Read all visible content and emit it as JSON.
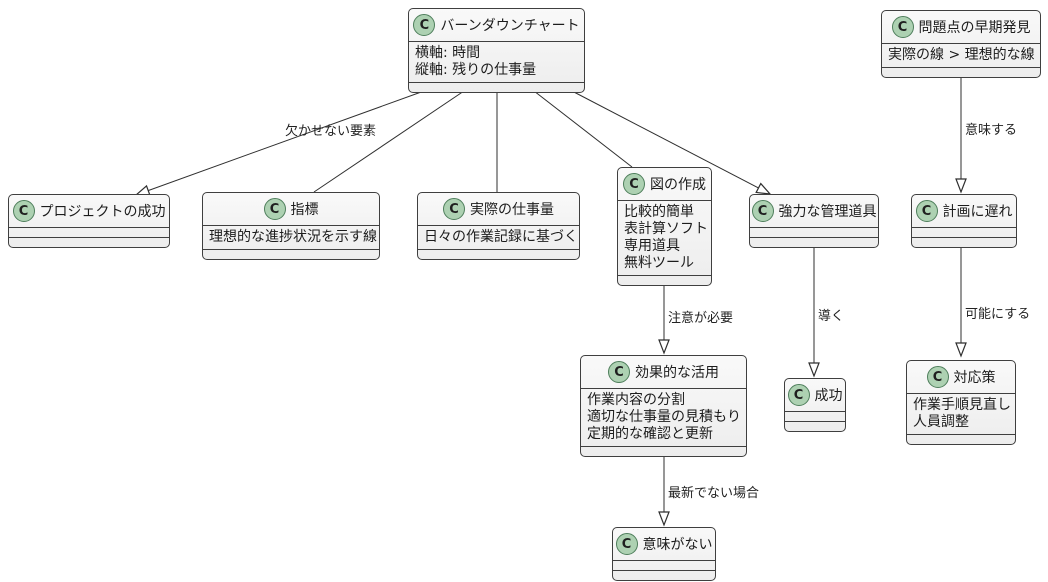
{
  "diagram": {
    "type": "uml-class-diagram",
    "stereotype_letter": "C",
    "colors": {
      "box_background": "#F1F1F1",
      "box_border": "#3F3F3F",
      "circle_fill": "#ADD1B2",
      "circle_border": "#4E7E5B",
      "line": "#2F2F2F",
      "text": "#1C1C1C"
    },
    "classes": [
      {
        "id": "burndown-chart",
        "name": "バーンダウンチャート",
        "attributes": [
          "横軸: 時間",
          "縦軸: 残りの仕事量"
        ]
      },
      {
        "id": "early-detection",
        "name": "問題点の早期発見",
        "attributes": [
          "実際の線 > 理想的な線"
        ]
      },
      {
        "id": "project-success",
        "name": "プロジェクトの成功",
        "attributes": []
      },
      {
        "id": "indicator",
        "name": "指標",
        "attributes": [
          "理想的な進捗状況を示す線"
        ]
      },
      {
        "id": "actual-work",
        "name": "実際の仕事量",
        "attributes": [
          "日々の作業記録に基づく"
        ]
      },
      {
        "id": "chart-creation",
        "name": "図の作成",
        "attributes": [
          "比較的簡単",
          "表計算ソフト",
          "専用道具",
          "無料ツール"
        ]
      },
      {
        "id": "management-tool",
        "name": "強力な管理道具",
        "attributes": []
      },
      {
        "id": "schedule-delay",
        "name": "計画に遅れ",
        "attributes": []
      },
      {
        "id": "effective-use",
        "name": "効果的な活用",
        "attributes": [
          "作業内容の分割",
          "適切な仕事量の見積もり",
          "定期的な確認と更新"
        ]
      },
      {
        "id": "success",
        "name": "成功",
        "attributes": []
      },
      {
        "id": "countermeasure",
        "name": "対応策",
        "attributes": [
          "作業手順見直し",
          "人員調整"
        ]
      },
      {
        "id": "meaningless",
        "name": "意味がない",
        "attributes": []
      }
    ],
    "edges": [
      {
        "from": "バーンダウンチャート",
        "to": "プロジェクトの成功",
        "label": "欠かせない要素",
        "arrowhead": "open-triangle"
      },
      {
        "from": "バーンダウンチャート",
        "to": "指標",
        "label": "",
        "arrowhead": "none"
      },
      {
        "from": "バーンダウンチャート",
        "to": "実際の仕事量",
        "label": "",
        "arrowhead": "none"
      },
      {
        "from": "バーンダウンチャート",
        "to": "図の作成",
        "label": "",
        "arrowhead": "none"
      },
      {
        "from": "バーンダウンチャート",
        "to": "強力な管理道具",
        "label": "",
        "arrowhead": "open-triangle"
      },
      {
        "from": "図の作成",
        "to": "効果的な活用",
        "label": "注意が必要",
        "arrowhead": "open-triangle"
      },
      {
        "from": "効果的な活用",
        "to": "意味がない",
        "label": "最新でない場合",
        "arrowhead": "open-triangle"
      },
      {
        "from": "強力な管理道具",
        "to": "成功",
        "label": "導く",
        "arrowhead": "open-triangle"
      },
      {
        "from": "問題点の早期発見",
        "to": "計画に遅れ",
        "label": "意味する",
        "arrowhead": "open-triangle"
      },
      {
        "from": "計画に遅れ",
        "to": "対応策",
        "label": "可能にする",
        "arrowhead": "open-triangle"
      }
    ]
  }
}
